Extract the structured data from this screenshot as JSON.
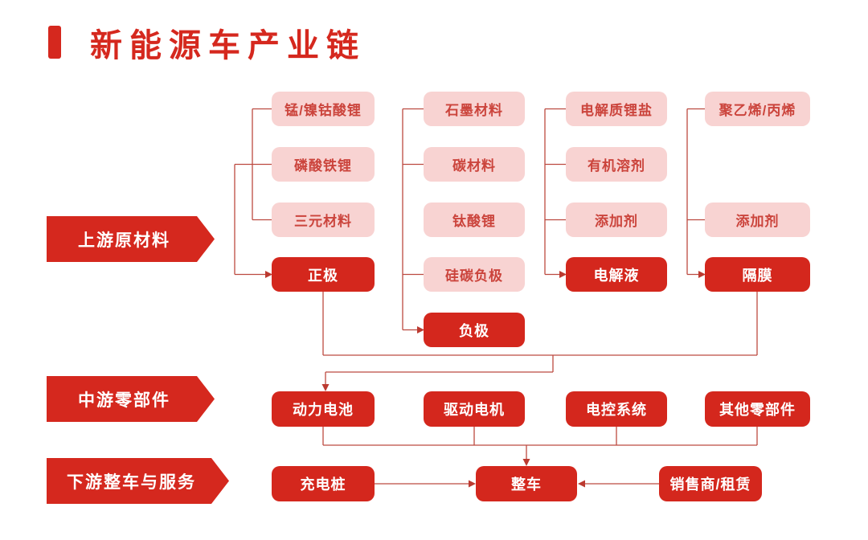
{
  "header": {
    "title": "新能源车产业链"
  },
  "stages": [
    {
      "label": "上游原材料"
    },
    {
      "label": "中游零部件"
    },
    {
      "label": "下游整车与服务"
    }
  ],
  "upstream_groups": [
    {
      "inputs": [
        "锰/镍钴酸锂",
        "磷酸铁锂",
        "三元材料"
      ],
      "output": "正极"
    },
    {
      "inputs": [
        "石墨材料",
        "碳材料",
        "钛酸锂",
        "硅碳负极"
      ],
      "output": "负极"
    },
    {
      "inputs": [
        "电解质锂盐",
        "有机溶剂",
        "添加剂"
      ],
      "output": "电解液"
    },
    {
      "inputs": [
        "聚乙烯/丙烯",
        "添加剂"
      ],
      "output": "隔膜"
    }
  ],
  "midstream": {
    "items": [
      "动力电池",
      "驱动电机",
      "电控系统",
      "其他零部件"
    ]
  },
  "downstream": {
    "items": [
      "充电桩",
      "整车",
      "销售商/租赁"
    ]
  },
  "colors": {
    "accent": "#D5281E",
    "solid_box": "#D4271D",
    "pink_box": "#F8D3D2",
    "pink_text": "#CB443C",
    "line": "#BC4A40",
    "background": "#FFFFFF"
  }
}
